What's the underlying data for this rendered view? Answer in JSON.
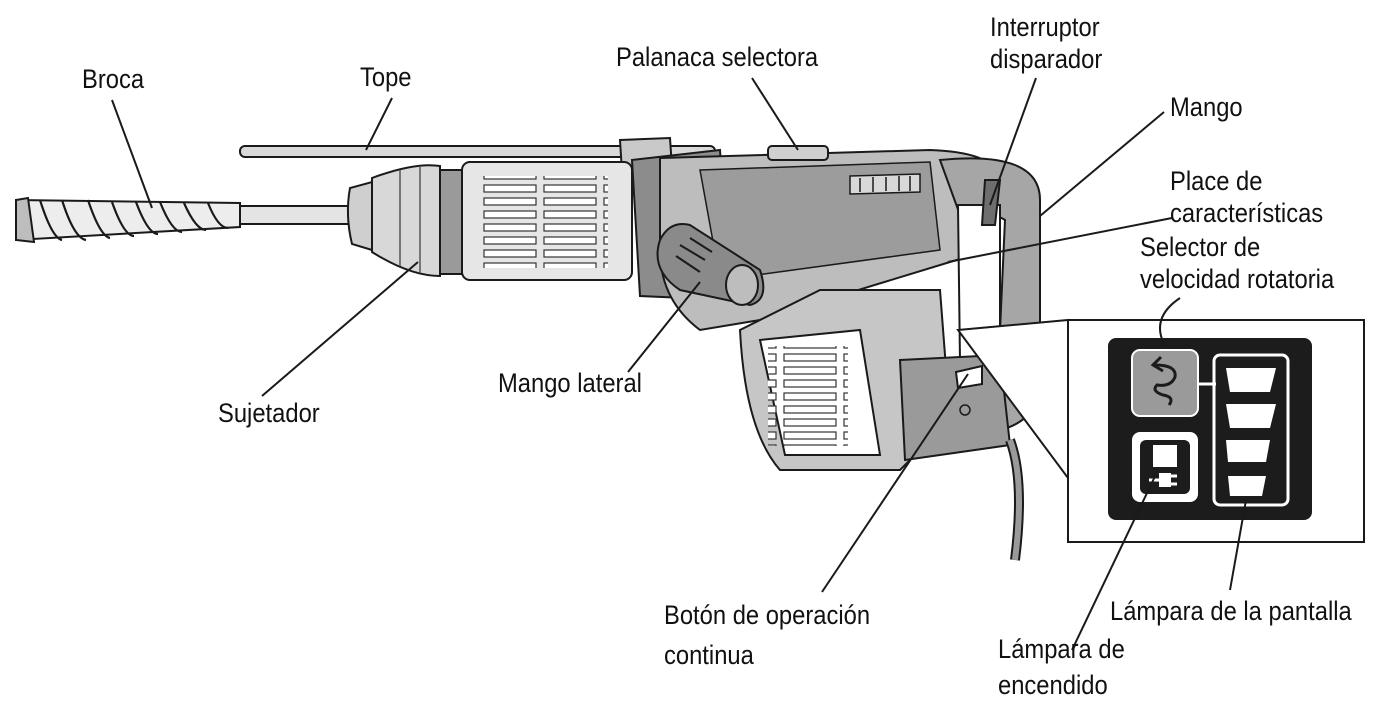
{
  "labels": {
    "broca": "Broca",
    "tope": "Tope",
    "palanca_selectora": "Palanaca selectora",
    "interruptor_line1": "Interruptor",
    "interruptor_line2": "disparador",
    "mango": "Mango",
    "placa_line1": "Place de",
    "placa_line2": "características",
    "selector_line1": "Selector de",
    "selector_line2": "velocidad rotatoria",
    "sujetador": "Sujetador",
    "mango_lateral": "Mango lateral",
    "boton_line1": "Botón de operación",
    "boton_line2": "continua",
    "lampara_pantalla": "Lámpara de la pantalla",
    "lampara_encendido_line1": "Lámpara de",
    "lampara_encendido_line2": "encendido"
  },
  "icons": [
    "rotation-speed-icon",
    "power-plug-icon"
  ],
  "colors": {
    "body_light": "#d6d6d6",
    "body_mid": "#a8a8a8",
    "body_dark": "#6e6e6e",
    "panel_black": "#1c1c1c",
    "outline": "#1a1a1a"
  }
}
